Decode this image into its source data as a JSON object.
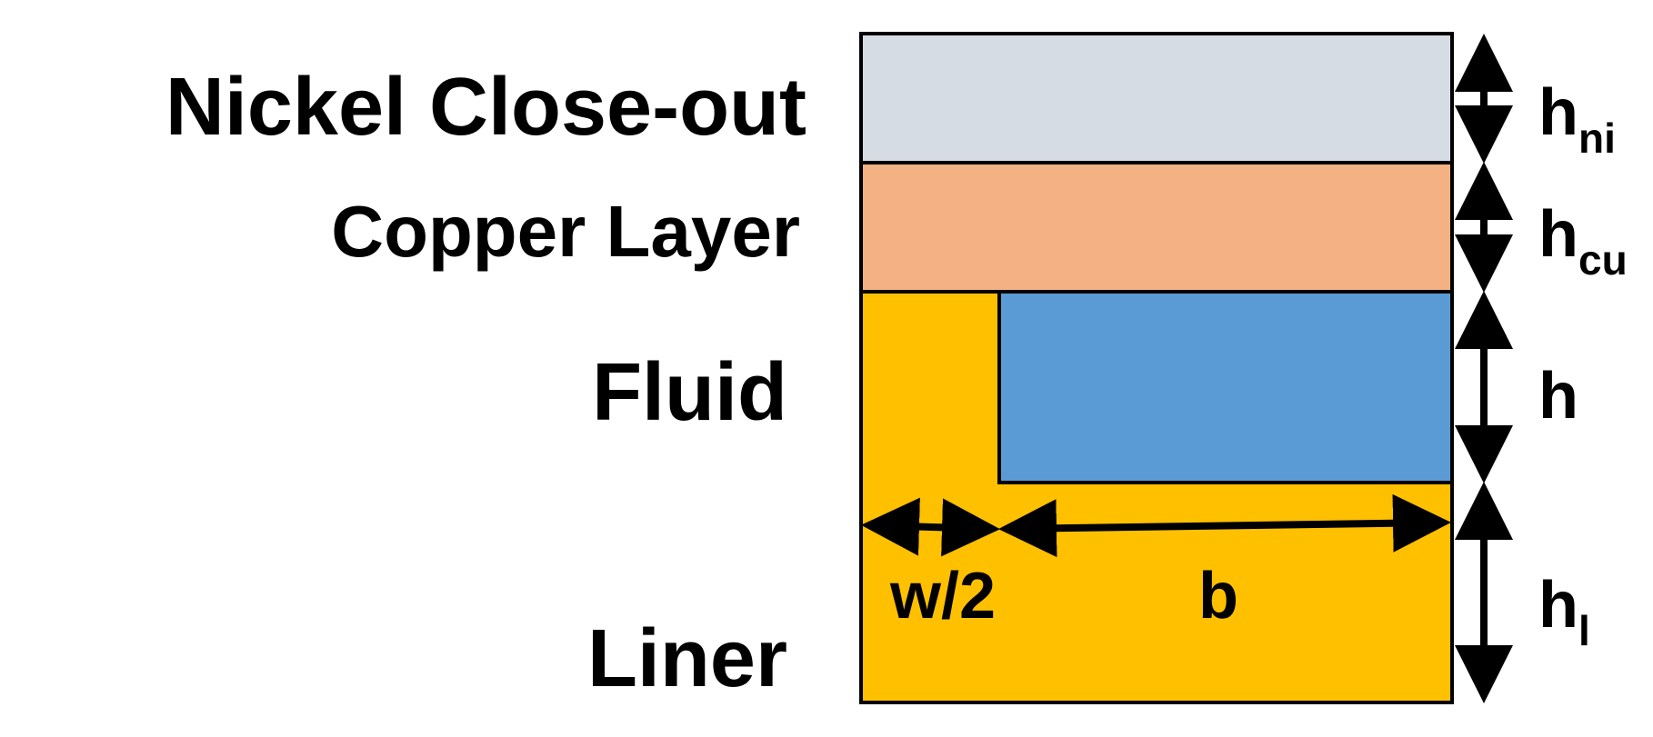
{
  "layers": [
    {
      "id": "nickel",
      "label": "Nickel Close-out",
      "color": "#d6dce4"
    },
    {
      "id": "copper",
      "label": "Copper Layer",
      "color": "#f4b183"
    },
    {
      "id": "fluid",
      "label": "Fluid",
      "color": "#5b9bd5"
    },
    {
      "id": "liner",
      "label": "Liner",
      "color": "#ffc000"
    }
  ],
  "dimensions": {
    "h_ni": {
      "base": "h",
      "sub": "ni"
    },
    "h_cu": {
      "base": "h",
      "sub": "cu"
    },
    "h": {
      "base": "h",
      "sub": ""
    },
    "h_l": {
      "base": "h",
      "sub": "l"
    },
    "w_half": "w/2",
    "b": "b"
  },
  "colors": {
    "outline": "#000000",
    "background": "#ffffff"
  }
}
